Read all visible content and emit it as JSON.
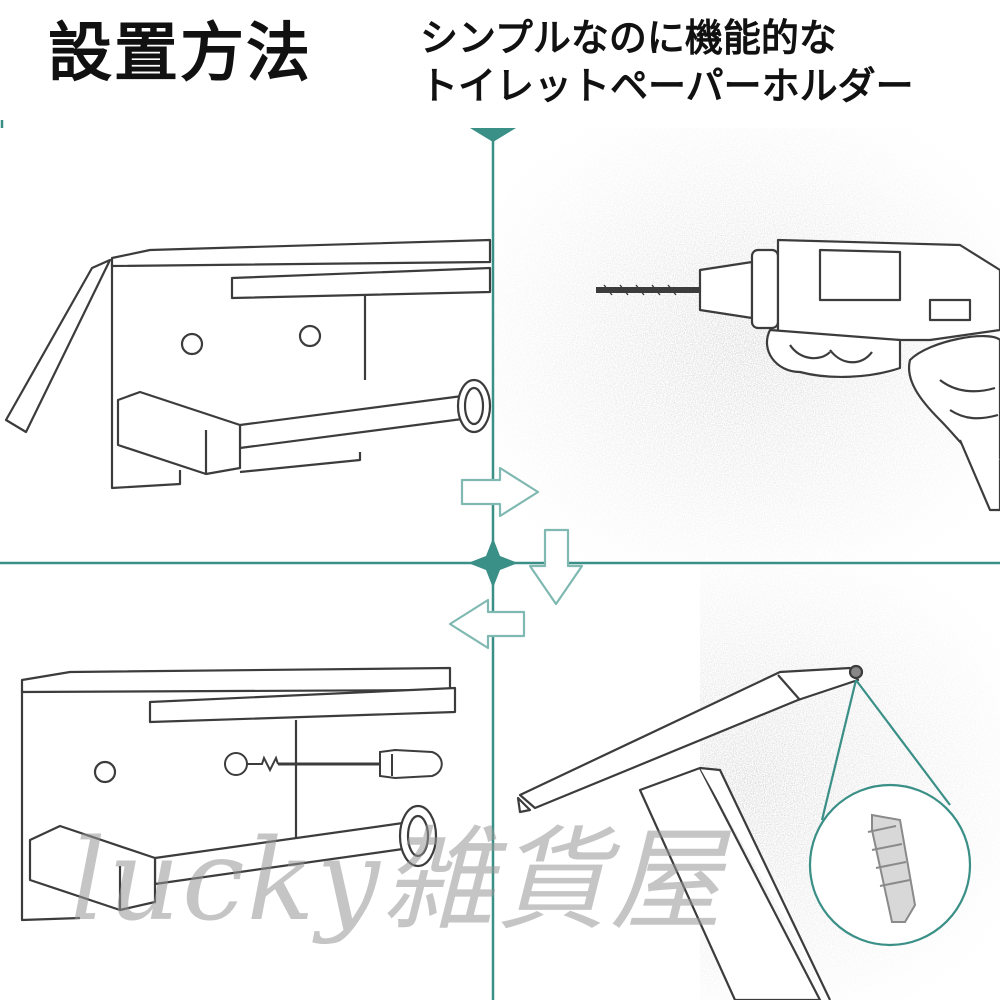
{
  "header": {
    "title": "設置方法",
    "subtitle_line1": "シンプルなのに機能的な",
    "subtitle_line2": "トイレットペーパーホルダー"
  },
  "watermark": "lucky雑貨屋",
  "colors": {
    "accent": "#3a8f86",
    "line": "#3c3c3c",
    "texture": "#b9b9b9"
  },
  "steps": [
    {
      "id": 1,
      "scene": "holder-with-mounting-holes"
    },
    {
      "id": 2,
      "scene": "drill-into-wall"
    },
    {
      "id": 3,
      "scene": "hammer-anchor-into-wall"
    },
    {
      "id": 4,
      "scene": "screw-holder-to-wall"
    }
  ]
}
